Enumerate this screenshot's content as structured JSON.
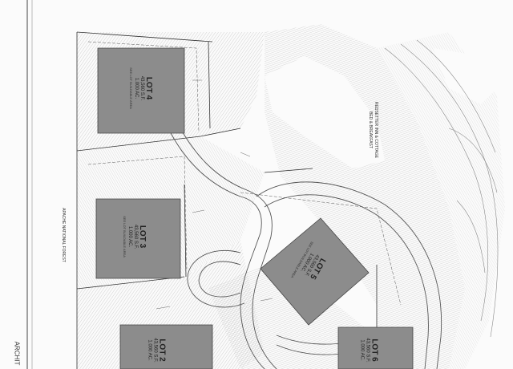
{
  "lots": [
    {
      "title": "LOT 4",
      "sqft": "43,560 S.F.",
      "acres": "1.000 AC.",
      "note": "SEE LOT BUILDABLE AREA"
    },
    {
      "title": "LOT 3",
      "sqft": "43,560 S.F.",
      "acres": "1.000 AC.",
      "note": "SEE LOT BUILDABLE AREA"
    },
    {
      "title": "LOT 5",
      "sqft": "43,560 S.F.",
      "acres": "1.000 AC.",
      "note": "SEE LOT BUILDABLE AREA"
    },
    {
      "title": "LOT 2",
      "sqft": "43,560 S.F.",
      "acres": "1.000 AC."
    },
    {
      "title": "LOT 6",
      "sqft": "43,560 S.F.",
      "acres": "1.000 AC."
    }
  ],
  "labels": {
    "cottage_line1": "REDSETTER INN & COTTAGE",
    "cottage_line2": "BED & BREAKFAST",
    "forest": "APACHE NATIONAL FOREST",
    "title_block": "ARCHIT"
  },
  "colors": {
    "lot_fill": "#8c8c8c",
    "contour": "#9a9a9a",
    "road": "#555555"
  }
}
